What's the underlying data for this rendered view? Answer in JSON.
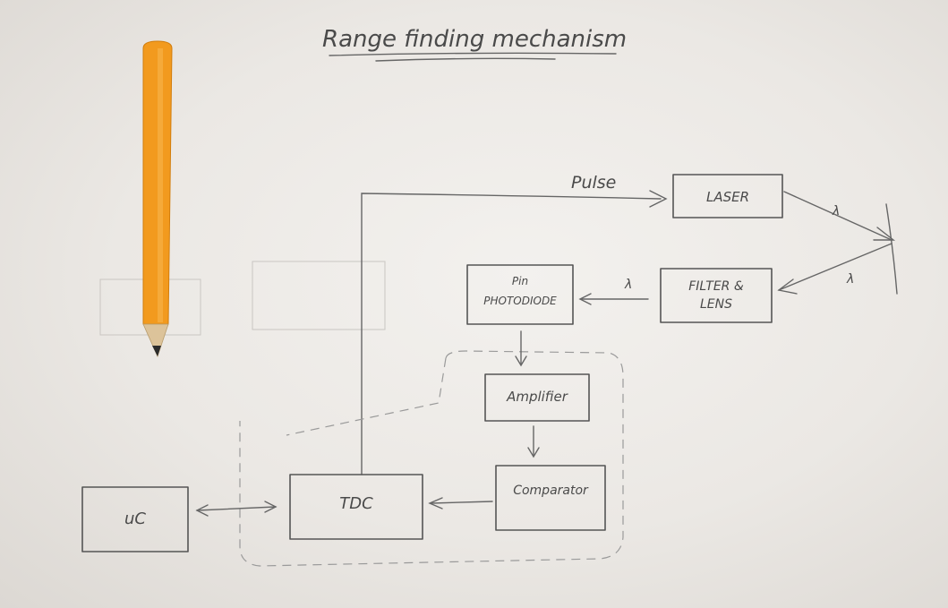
{
  "title": "Range finding mechanism",
  "labels": {
    "pulse": "Pulse",
    "lambda_in": "λ",
    "lambda_out": "λ",
    "lambda_return": "λ"
  },
  "blocks": {
    "laser": "LASER",
    "filter_line1": "FILTER &",
    "filter_line2": "LENS",
    "pin_line1": "Pin",
    "pin_line2": "PHOTODIODE",
    "amplifier": "Amplifier",
    "comparator": "Comparator",
    "tdc": "TDC",
    "uc": "uC"
  },
  "objects": {
    "pencil": "pencil-icon"
  }
}
